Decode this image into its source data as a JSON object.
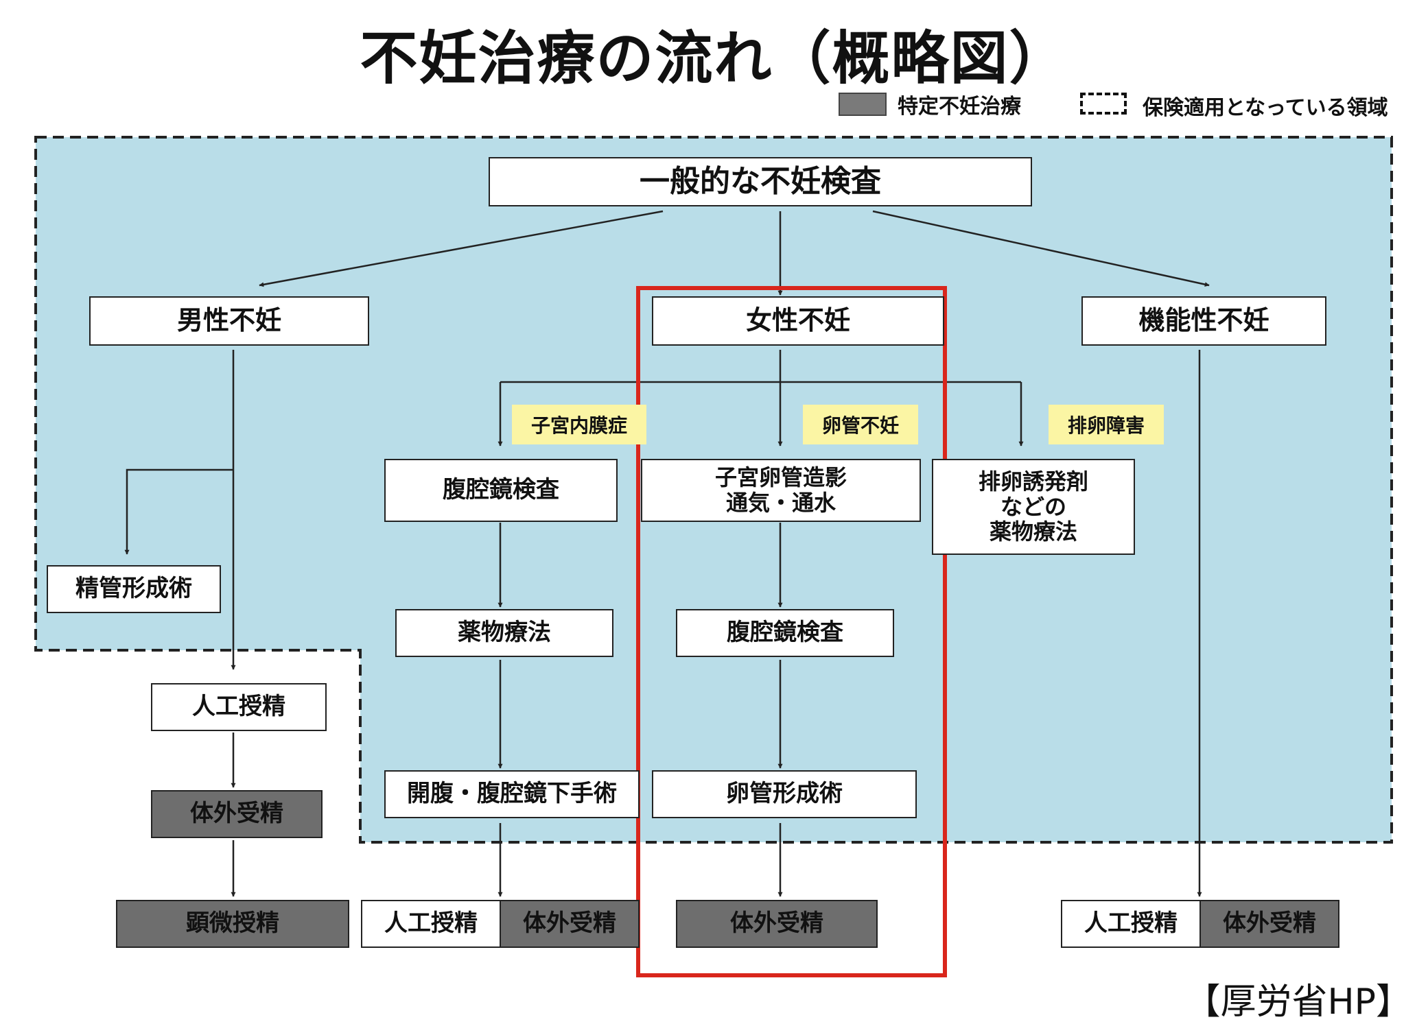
{
  "title": "不妊治療の流れ（概略図）",
  "legend": {
    "specific_label": "特定不妊治療",
    "insured_label": "保険適用となっている領域"
  },
  "colors": {
    "insured_area": "#b9dde8",
    "specific_treatment": "#6e6e6e",
    "condition_tag": "#fbf5a4",
    "highlight_frame": "#d9261c"
  },
  "nodes": {
    "general_exam": "一般的な不妊検査",
    "male": "男性不妊",
    "female": "女性不妊",
    "functional": "機能性不妊",
    "vas_surgery": "精管形成術",
    "male_ai": "人工授精",
    "male_ivf": "体外受精",
    "icsi": "顕微授精",
    "laparoscopy_exam_1": "腹腔鏡検査",
    "hsg_lines": [
      "子宮卵管造影",
      "通気・通水"
    ],
    "ovulation_lines": [
      "排卵誘発剤",
      "などの",
      "薬物療法"
    ],
    "drug_therapy": "薬物療法",
    "laparoscopy_exam_2": "腹腔鏡検査",
    "open_laparoscopic_surgery": "開腹・腹腔鏡下手術",
    "tubal_surgery": "卵管形成術",
    "endo_ai": "人工授精",
    "endo_ivf": "体外受精",
    "tubal_ivf": "体外受精",
    "func_ai": "人工授精",
    "func_ivf": "体外受精"
  },
  "tags": {
    "endometriosis": "子宮内膜症",
    "tubal_infertility": "卵管不妊",
    "ovulation_disorder": "排卵障害"
  },
  "source": "【厚労省HP】"
}
